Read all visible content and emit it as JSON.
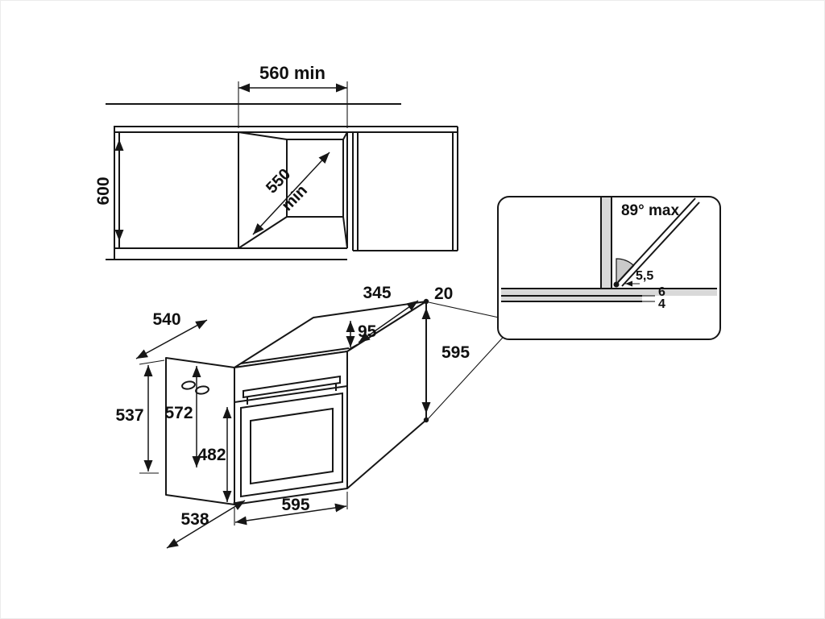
{
  "page": {
    "background": "#ffffff",
    "line_color": "#161616",
    "shade_color": "#d9d9d9"
  },
  "cabinet_view": {
    "width_min_label": "560 min",
    "height_label": "600",
    "depth_value": "550",
    "depth_unit": "min"
  },
  "oven_view": {
    "top_depth": "540",
    "top_width": "345",
    "top_gap": "20",
    "fascia_height": "95",
    "right_height": "595",
    "left_height": "537",
    "carcass_height": "572",
    "door_height": "482",
    "front_width": "595",
    "bottom_depth": "538"
  },
  "detail_view": {
    "door_angle": "89° max",
    "door_gap": "5,5",
    "top_overhang": "6",
    "bottom_overhang": "4"
  }
}
